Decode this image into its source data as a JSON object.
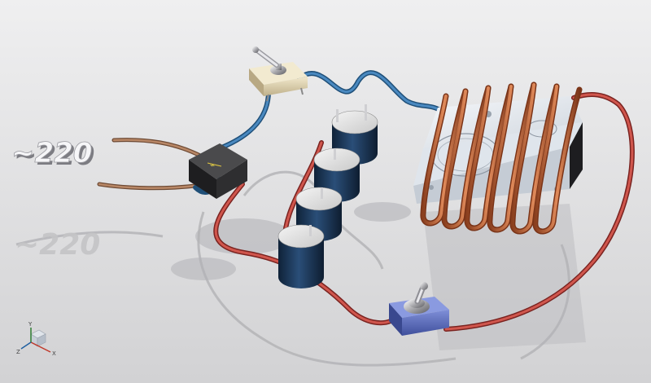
{
  "scene": {
    "title_text": "~220",
    "reflection_text": "~220",
    "axis_labels": {
      "x": "X",
      "y": "Y",
      "z": "Z"
    }
  },
  "colors": {
    "background_top": "#e9e9ea",
    "background_bottom": "#cfcfd1",
    "wire_blue": "#2f6fa0",
    "wire_red": "#b8403a",
    "wire_brown": "#9c6a4a",
    "copper": "#c46b3e",
    "capacitor": "#1f3b5c",
    "heatsink": "#e6eaf0",
    "switch_top_body": "#e3d7b4",
    "switch_bottom_body": "#5a6dbd",
    "bridge": "#2a2a2a",
    "shadow": "#b8b8bb"
  },
  "components": {
    "capacitors": [
      "cap-1",
      "cap-2",
      "cap-3",
      "cap-4"
    ],
    "coil_turns": 7
  }
}
